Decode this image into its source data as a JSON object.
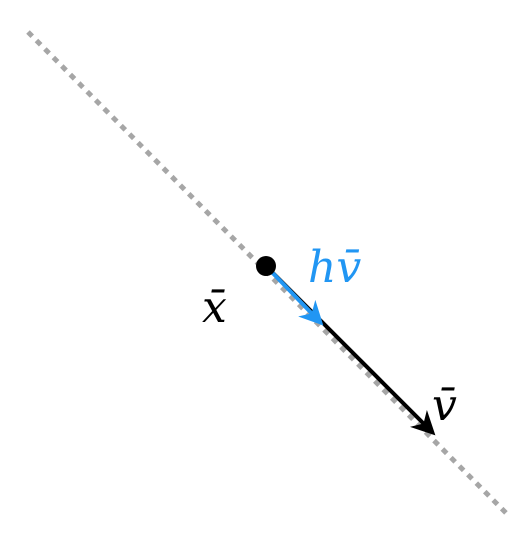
{
  "diagram": {
    "point_label": "x̄",
    "step_label": "hv̄",
    "direction_label": "v̄",
    "colors": {
      "line": "#a6a6a6",
      "point": "#000000",
      "direction_vector": "#000000",
      "step_vector": "#2196f3",
      "step_label": "#2196f3",
      "labels": "#000000"
    }
  }
}
